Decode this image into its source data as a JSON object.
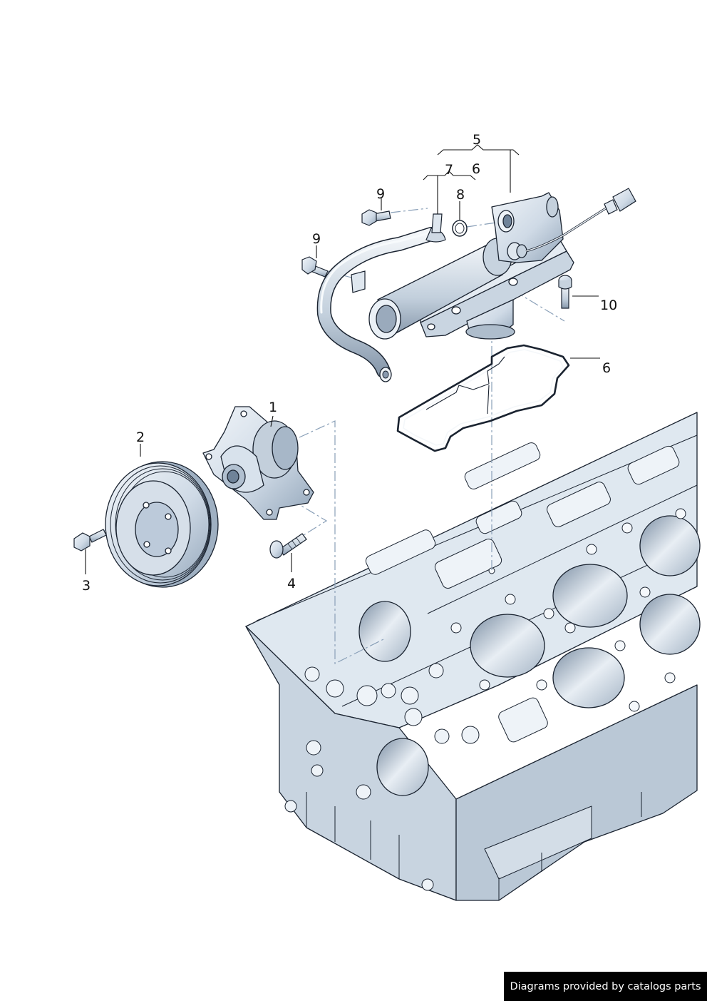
{
  "callouts": {
    "c1": "1",
    "c2": "2",
    "c3": "3",
    "c4": "4",
    "c5": "5",
    "c6a": "6",
    "c6b": "6",
    "c7": "7",
    "c8": "8",
    "c9a": "9",
    "c9b": "9",
    "c10": "10"
  },
  "credit": "Diagrams provided by catalogs parts",
  "colors": {
    "part_fill": "#dde6ef",
    "part_shade": "#aebdcc",
    "outline": "#1a2330",
    "leader": "#111111",
    "dash_line": "#8aa0b8"
  }
}
